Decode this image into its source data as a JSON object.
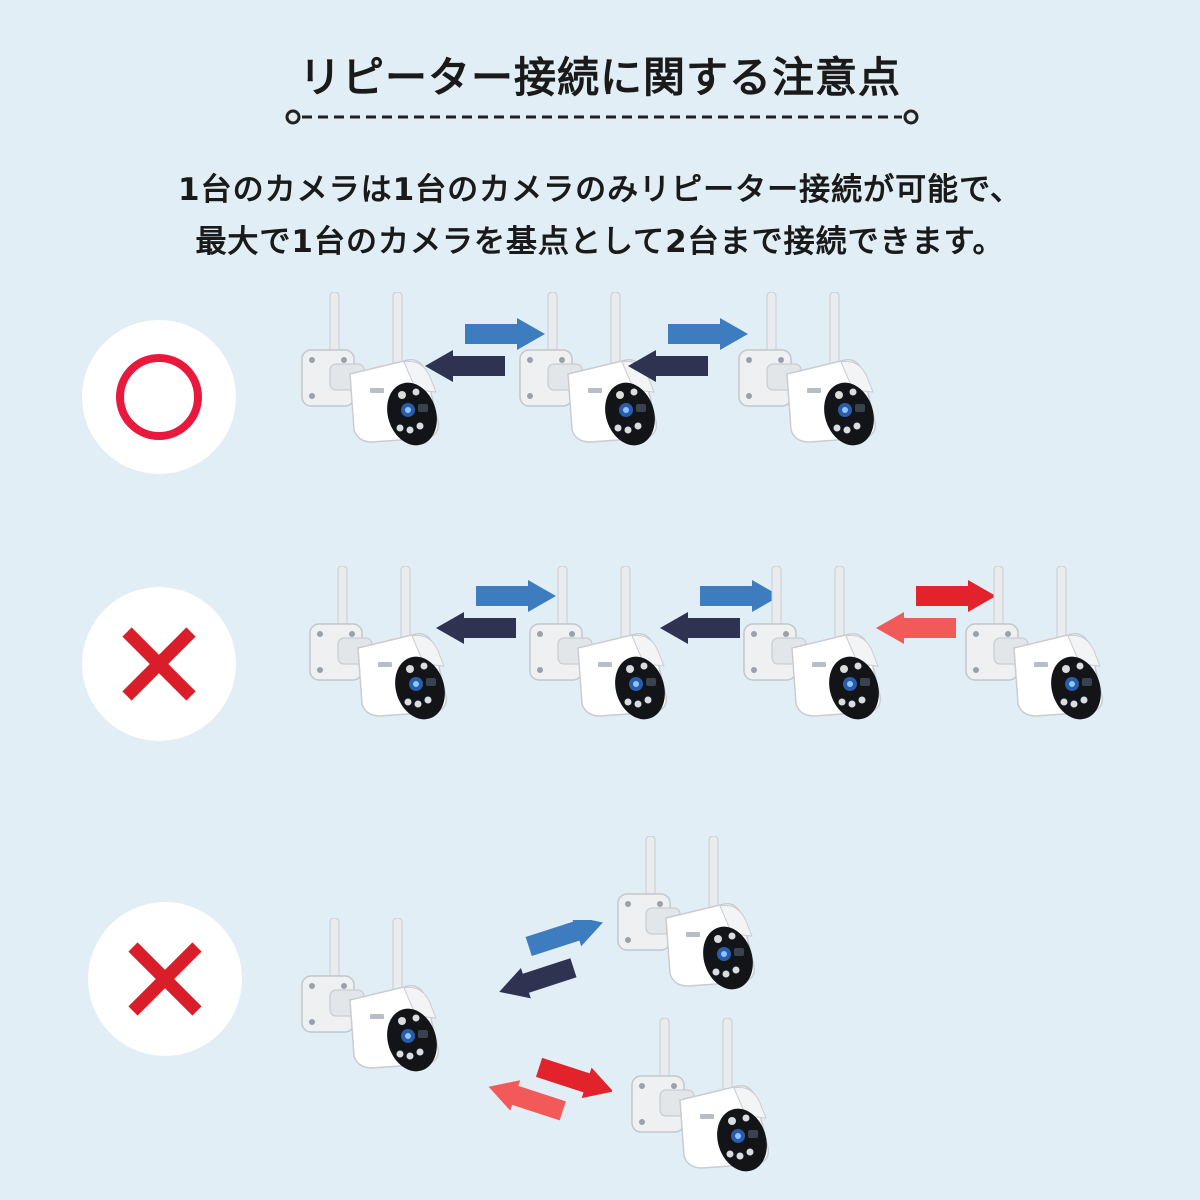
{
  "title": "リピーター接続に関する注意点",
  "description": {
    "line1": "1台のカメラは1台のカメラのみリピーター接続が可能で、",
    "line2": "最大で1台のカメラを基点として2台まで接続できます。"
  },
  "colors": {
    "background": "#e1eef5",
    "ok_mark": "#e8193c",
    "ng_mark": "#d91e2a",
    "arrow_blue": "#3d7dbf",
    "arrow_navy": "#2f3352",
    "arrow_red": "#e2232c",
    "arrow_salmon": "#f25a5a"
  },
  "rows": [
    {
      "mark": "circle-mark-icon",
      "cameras": 3
    },
    {
      "mark": "cross-mark-icon",
      "cameras": 4
    },
    {
      "mark": "cross-mark-icon",
      "cameras": 3
    }
  ]
}
